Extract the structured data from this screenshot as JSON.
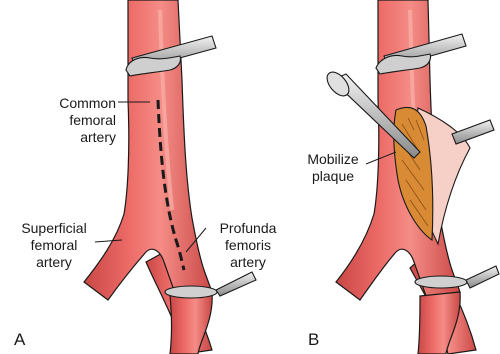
{
  "panel_a": {
    "letter": "A",
    "labels": {
      "common_femoral": "Common\nfemoral\nartery",
      "superficial_femoral": "Superficial\nfemoral\nartery",
      "profunda_femoris": "Profunda\nfemoris\nartery"
    }
  },
  "panel_b": {
    "letter": "B",
    "labels": {
      "mobilize_plaque": "Mobilize\nplaque"
    }
  },
  "colors": {
    "artery": "#e4605d",
    "artery_dark": "#b8403e",
    "artery_light": "#f39a95",
    "plaque": "#d98a34",
    "vessel_wall": "#f6cfc6",
    "clamp": "#c9c9c9",
    "outline": "#1a1a1a"
  },
  "icons": [
    "vascular-clamp-icon",
    "vessel-loop-icon",
    "dissector-instrument-icon"
  ]
}
